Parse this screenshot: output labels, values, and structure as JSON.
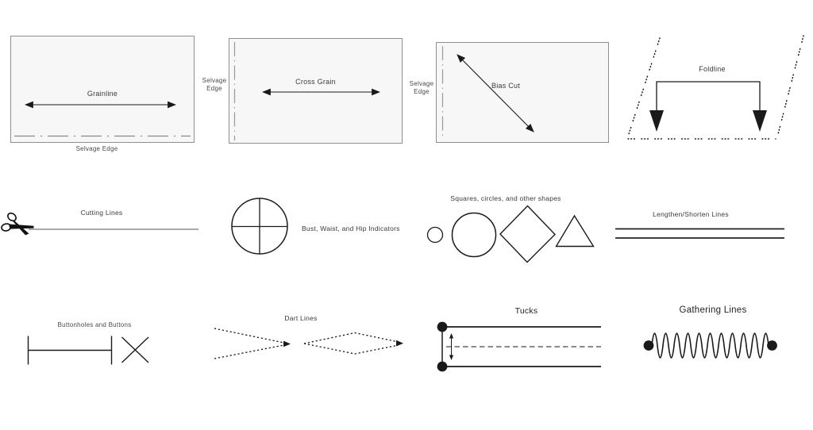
{
  "colors": {
    "ink": "#1a1a1a",
    "label_text": "#3a3a3a",
    "panel_fill": "#f7f7f7",
    "panel_border": "#8f8f8f",
    "background": "#ffffff"
  },
  "icons": {
    "scissors_icon": "scissors"
  },
  "grain_panels": {
    "grainline": {
      "label": "Grainline",
      "bottom_label": "Selvage Edge"
    },
    "cross_grain": {
      "label": "Cross Grain",
      "side_label": "Selvage Edge"
    },
    "bias_cut": {
      "label": "Bias Cut",
      "side_label": "Selvage Edge"
    },
    "foldline": {
      "label": "Foldline"
    }
  },
  "symbol_labels": {
    "cutting_lines": "Cutting Lines",
    "bust_waist_hip": "Bust, Waist, and Hip Indicators",
    "shapes": "Squares, circles, and other shapes",
    "lengthen_shorten": "Lengthen/Shorten Lines",
    "buttonholes": "Buttonholes and Buttons",
    "dart_lines": "Dart Lines",
    "tucks": "Tucks",
    "gathering": "Gathering Lines"
  }
}
